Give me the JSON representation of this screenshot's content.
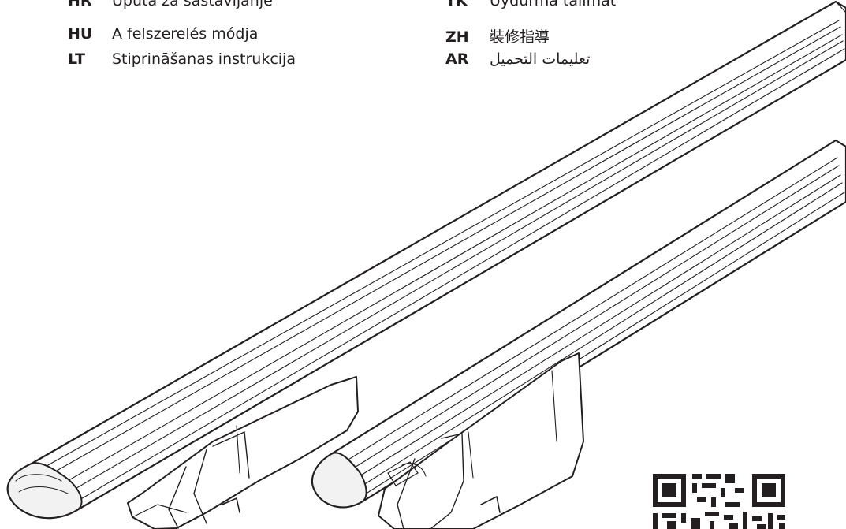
{
  "languages_left": [
    {
      "code": "HR",
      "text": "Uputa za sastavljanje"
    },
    {
      "code": "HU",
      "text": "A felszerelés módja"
    },
    {
      "code": "LT",
      "text": "Stiprināšanas instrukcija"
    }
  ],
  "languages_right": [
    {
      "code": "TK",
      "text": "Uydurma talimat"
    },
    {
      "code": "ZH",
      "text": "裝修指導"
    },
    {
      "code": "AR",
      "text": "تعليمات التحميل"
    }
  ],
  "colors": {
    "ink": "#231f20",
    "background": "#ffffff"
  },
  "illustration": {
    "name": "roof-rack-crossbars"
  },
  "qr_code": {
    "name": "qr-code"
  }
}
